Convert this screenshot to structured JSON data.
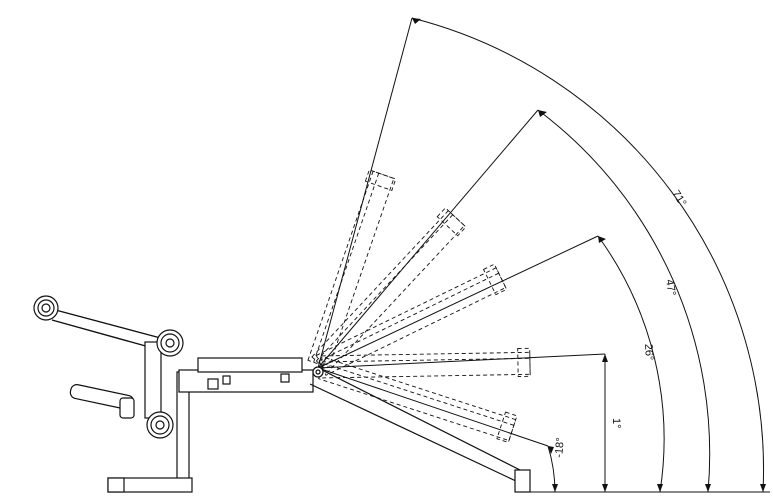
{
  "diagram": {
    "angle_labels": [
      {
        "text": "71°"
      },
      {
        "text": "47°"
      },
      {
        "text": "26°"
      },
      {
        "text": "1°"
      },
      {
        "text": "-18°"
      }
    ]
  },
  "colors": {
    "line": "#111111",
    "pad_fill": "#ffffff"
  }
}
